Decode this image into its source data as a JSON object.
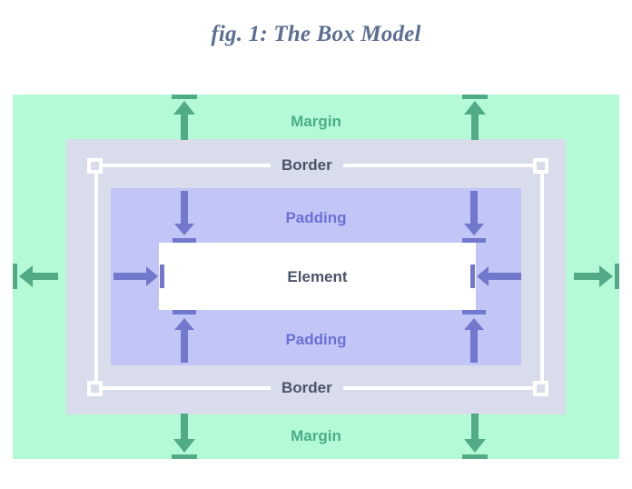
{
  "figure": {
    "title": "fig. 1: The Box Model"
  },
  "diagram": {
    "type": "box-model",
    "layers": [
      {
        "key": "margin",
        "label": "Margin",
        "color": "#b4fad7",
        "text_color": "#4aae88"
      },
      {
        "key": "border",
        "label": "Border",
        "color": "#d9dcea",
        "text_color": "#4a5568"
      },
      {
        "key": "padding",
        "label": "Padding",
        "color": "#c2c6f7",
        "text_color": "#6a71d4"
      },
      {
        "key": "element",
        "label": "Element",
        "color": "#ffffff",
        "text_color": "#4a5568"
      }
    ],
    "labels": {
      "margin_top": "Margin",
      "margin_bottom": "Margin",
      "border_top": "Border",
      "border_bottom": "Border",
      "padding_top": "Padding",
      "padding_bottom": "Padding",
      "element": "Element"
    },
    "colors": {
      "margin_fill": "#b4fad7",
      "border_fill": "#d9dcea",
      "padding_fill": "#c2c6f7",
      "element_fill": "#ffffff",
      "margin_arrow": "#52ab87",
      "padding_arrow": "#7278cc",
      "border_rule": "#ffffff",
      "title_text": "#5c6e91"
    },
    "arrows": {
      "margin": [
        {
          "name": "margin-arrow-top-left",
          "direction": "up"
        },
        {
          "name": "margin-arrow-top-right",
          "direction": "up"
        },
        {
          "name": "margin-arrow-bottom-left",
          "direction": "down"
        },
        {
          "name": "margin-arrow-bottom-right",
          "direction": "down"
        },
        {
          "name": "margin-arrow-left",
          "direction": "left"
        },
        {
          "name": "margin-arrow-right",
          "direction": "right"
        }
      ],
      "padding": [
        {
          "name": "padding-arrow-top-left",
          "direction": "down"
        },
        {
          "name": "padding-arrow-top-right",
          "direction": "down"
        },
        {
          "name": "padding-arrow-bottom-left",
          "direction": "up"
        },
        {
          "name": "padding-arrow-bottom-right",
          "direction": "up"
        },
        {
          "name": "padding-arrow-left",
          "direction": "right"
        },
        {
          "name": "padding-arrow-right",
          "direction": "left"
        }
      ]
    },
    "handles": [
      {
        "name": "border-handle-top-left"
      },
      {
        "name": "border-handle-top-right"
      },
      {
        "name": "border-handle-bottom-left"
      },
      {
        "name": "border-handle-bottom-right"
      }
    ]
  }
}
